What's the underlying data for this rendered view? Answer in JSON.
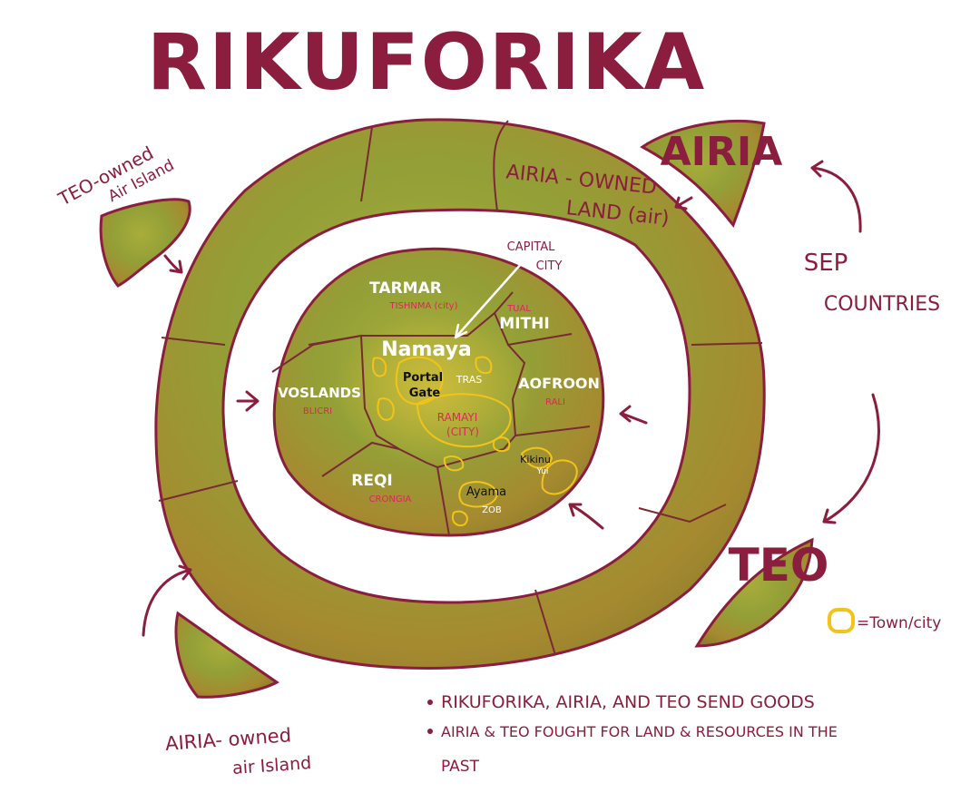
{
  "title": "RIKUFORIKA",
  "outer_ring": {
    "airia_owned_label_line1": "AIRIA - OWNED",
    "airia_owned_label_line2": "LAND (air)"
  },
  "islands": {
    "teo_owned_line1": "TEO-owned",
    "teo_owned_line2": "Air Island",
    "airia_owned_line1": "AIRIA- owned",
    "airia_owned_line2": "air Island",
    "airia_country": "AIRIA",
    "teo_country": "TEO"
  },
  "sep_label_line1": "SEP",
  "sep_label_line2": "COUNTRIES",
  "capital_label_line1": "CAPITAL",
  "capital_label_line2": "CITY",
  "regions": [
    {
      "name": "TARMAR",
      "sub": "TISHNMA (city)"
    },
    {
      "name": "MITHI",
      "sub": "TUAL"
    },
    {
      "name": "VOSLANDS",
      "sub": "BLICRI"
    },
    {
      "name": "AOFROON",
      "sub": "RALI"
    },
    {
      "name": "REQI",
      "sub": "CRONGIA"
    }
  ],
  "cities": {
    "capital": "Namaya",
    "portal_line1": "Portal",
    "portal_line2": "Gate",
    "tras": "TRAS",
    "ramayi_line1": "RAMAYI",
    "ramayi_line2": "(CITY)",
    "kikinu": "Kikinu",
    "kikinu_sub": "Yui",
    "ayama": "Ayama",
    "ayama_sub": "ZOB"
  },
  "legend": {
    "label": "=Town/city",
    "color": "#f2c41a"
  },
  "notes": [
    "RIKUFORIKA, AIRIA, AND TEO SEND GOODS",
    "AIRIA & TEO FOUGHT FOR LAND & RESOURCES IN THE",
    "PAST"
  ],
  "colors": {
    "ink": "#8b1e3f",
    "land_green": "#8ea236",
    "land_olive": "#a6892f",
    "town_outline": "#f2c41a",
    "region_text_white": "#ffffff",
    "region_sub_pink": "#e0245e"
  }
}
